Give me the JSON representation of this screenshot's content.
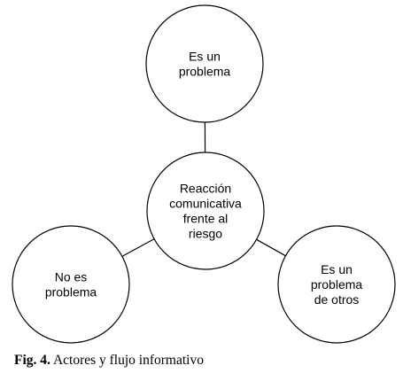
{
  "diagram": {
    "nodes": [
      {
        "id": "center",
        "lines": [
          "Reacción",
          "comunicativa",
          "frente al",
          "riesgo"
        ]
      },
      {
        "id": "top",
        "lines": [
          "Es un",
          "problema"
        ]
      },
      {
        "id": "left",
        "lines": [
          "No es",
          "problema"
        ]
      },
      {
        "id": "right",
        "lines": [
          "Es un",
          "problema",
          "de otros"
        ]
      }
    ],
    "edges": [
      {
        "from": "center",
        "to": "top"
      },
      {
        "from": "center",
        "to": "left"
      },
      {
        "from": "center",
        "to": "right"
      }
    ]
  },
  "caption": {
    "label": "Fig. 4.",
    "text": "Actores y flujo informativo"
  }
}
